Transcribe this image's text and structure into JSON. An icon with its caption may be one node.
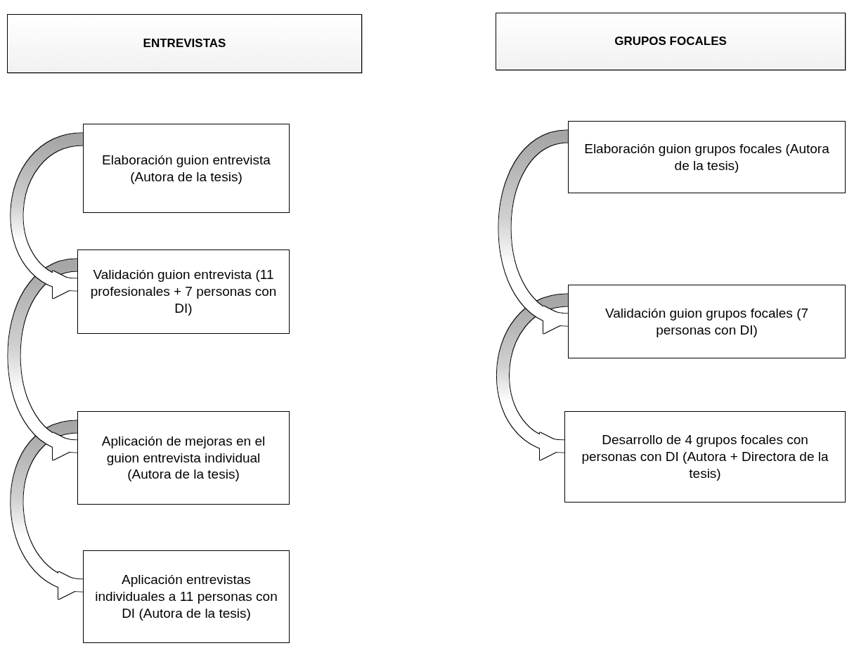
{
  "diagram": {
    "nodes": [
      {
        "text": [
          "ENTREVISTAS"
        ]
      },
      {
        "text": [
          "Elaboración guion entrevista (Autora de la tesis)"
        ]
      },
      {
        "text": [
          "Validación guion entrevista (11 profesionales + 7 personas con DI)"
        ]
      },
      {
        "text": [
          "Aplicación de mejoras en el guion entrevista individual (Autora de la tesis)"
        ]
      },
      {
        "text": [
          "Aplicación entrevistas individuales a 11 personas con DI (Autora de la tesis)"
        ]
      },
      {
        "text": [
          "GRUPOS FOCALES"
        ]
      },
      {
        "text": [
          "Elaboración guion grupos focales (Autora de la tesis)"
        ]
      },
      {
        "text": [
          "Validación guion grupos focales (7 personas con DI)"
        ]
      },
      {
        "text": [
          "Desarrollo de 4 grupos focales con personas con DI (Autora + Directora de la tesis)"
        ]
      }
    ],
    "edges": [
      {
        "from": 1,
        "to": 2,
        "arrow": "to"
      },
      {
        "from": 2,
        "to": 3,
        "arrow": "to"
      },
      {
        "from": 3,
        "to": 4,
        "arrow": "to"
      },
      {
        "from": 6,
        "to": 7,
        "arrow": "to"
      },
      {
        "from": 7,
        "to": 8,
        "arrow": "to"
      }
    ]
  }
}
